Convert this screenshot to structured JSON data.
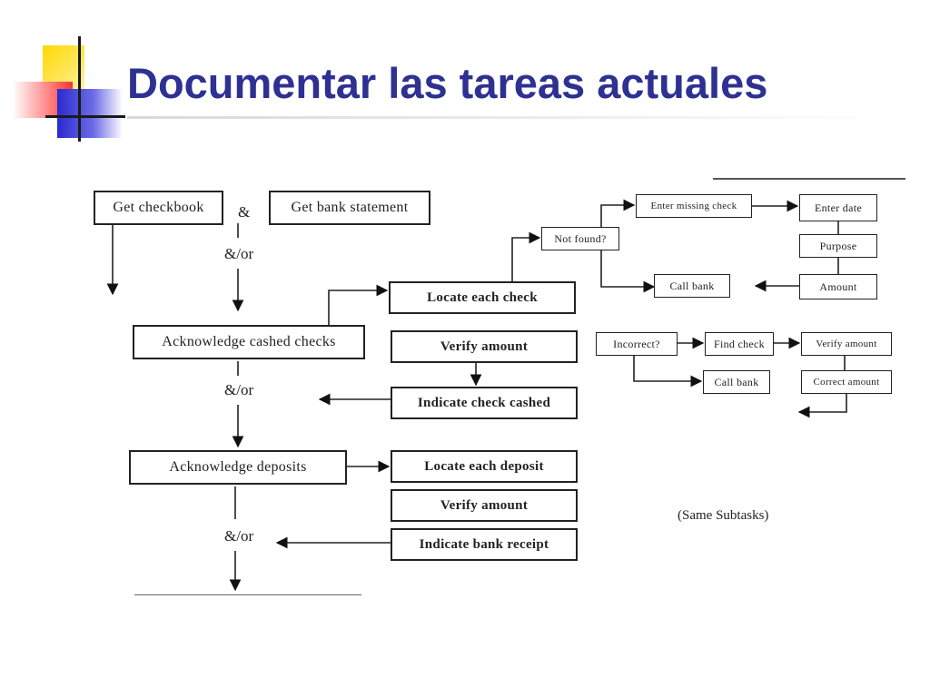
{
  "slide": {
    "title": "Documentar las tareas actuales",
    "title_color": "#2e3192"
  },
  "diagram": {
    "get_checkbook": "Get checkbook",
    "and_connector": "&",
    "get_bank_statement": "Get bank statement",
    "and_or_1": "&/or",
    "acknowledge_cashed_checks": "Acknowledge cashed checks",
    "and_or_2": "&/or",
    "acknowledge_deposits": "Acknowledge deposits",
    "and_or_3": "&/or",
    "locate_each_check": "Locate each check",
    "verify_amount_checks": "Verify amount",
    "indicate_check_cashed": "Indicate check cashed",
    "locate_each_deposit": "Locate each deposit",
    "verify_amount_deposits": "Verify amount",
    "indicate_bank_receipt": "Indicate bank receipt",
    "not_found": "Not found?",
    "enter_missing_check": "Enter missing check",
    "enter_date": "Enter date",
    "purpose": "Purpose",
    "amount": "Amount",
    "call_bank_1": "Call bank",
    "incorrect": "Incorrect?",
    "find_check": "Find check",
    "verify_amount_sub": "Verify amount",
    "call_bank_2": "Call bank",
    "correct_amount": "Correct amount",
    "same_subtasks": "(Same Subtasks)"
  }
}
